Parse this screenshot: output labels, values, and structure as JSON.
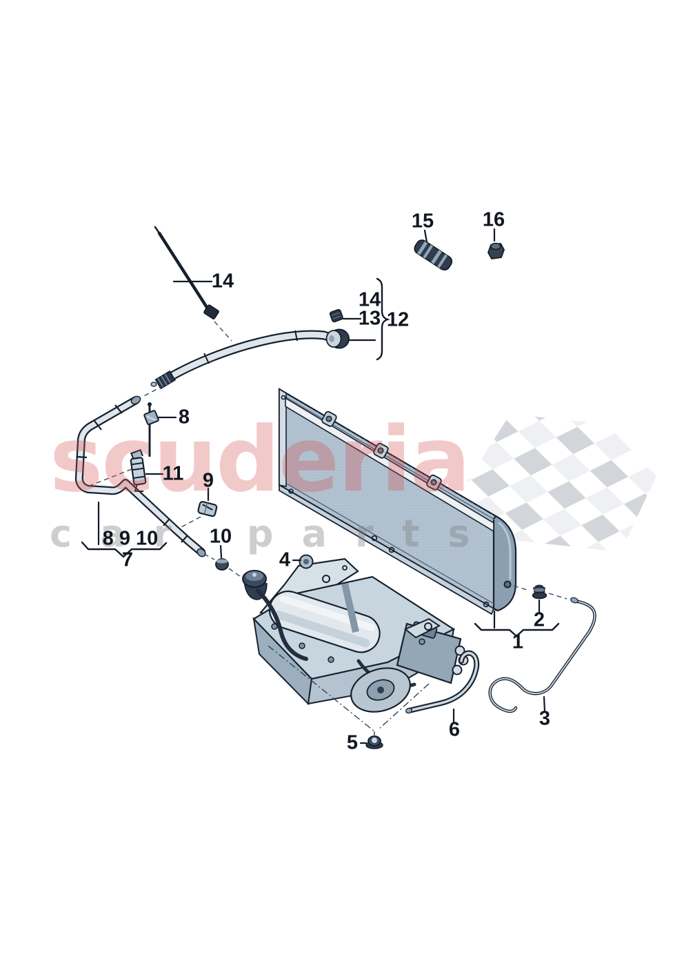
{
  "page": {
    "type": "parts-catalog-exploded-diagram"
  },
  "watermark": {
    "brand": "scuderia",
    "sub": "car parts",
    "brand_color": "#d34b4b",
    "sub_color": "#7d7d7d"
  },
  "diagram": {
    "callouts": [
      {
        "id": "p15",
        "label": "15"
      },
      {
        "id": "p16",
        "label": "16"
      },
      {
        "id": "p14_tie",
        "label": "14"
      },
      {
        "id": "g12_i14",
        "label": "14"
      },
      {
        "id": "g12_i13",
        "label": "13"
      },
      {
        "id": "g12",
        "label": "12"
      },
      {
        "id": "p8",
        "label": "8"
      },
      {
        "id": "p11",
        "label": "11"
      },
      {
        "id": "p9",
        "label": "9"
      },
      {
        "id": "g7_items",
        "label": "8 9 10"
      },
      {
        "id": "g7",
        "label": "7"
      },
      {
        "id": "p10",
        "label": "10"
      },
      {
        "id": "p4",
        "label": "4"
      },
      {
        "id": "p2",
        "label": "2"
      },
      {
        "id": "p1",
        "label": "1"
      },
      {
        "id": "p3",
        "label": "3"
      },
      {
        "id": "p6",
        "label": "6"
      },
      {
        "id": "p5",
        "label": "5"
      }
    ]
  },
  "colors": {
    "line_art": "#16202e",
    "panel_face": "#b2c2d0",
    "panel_side": "#8aa0b1",
    "tube_fill": "#dfe6eb",
    "checker_gray": "#d2d5da",
    "checker_light": "#eef0f3",
    "background": "#ffffff"
  }
}
